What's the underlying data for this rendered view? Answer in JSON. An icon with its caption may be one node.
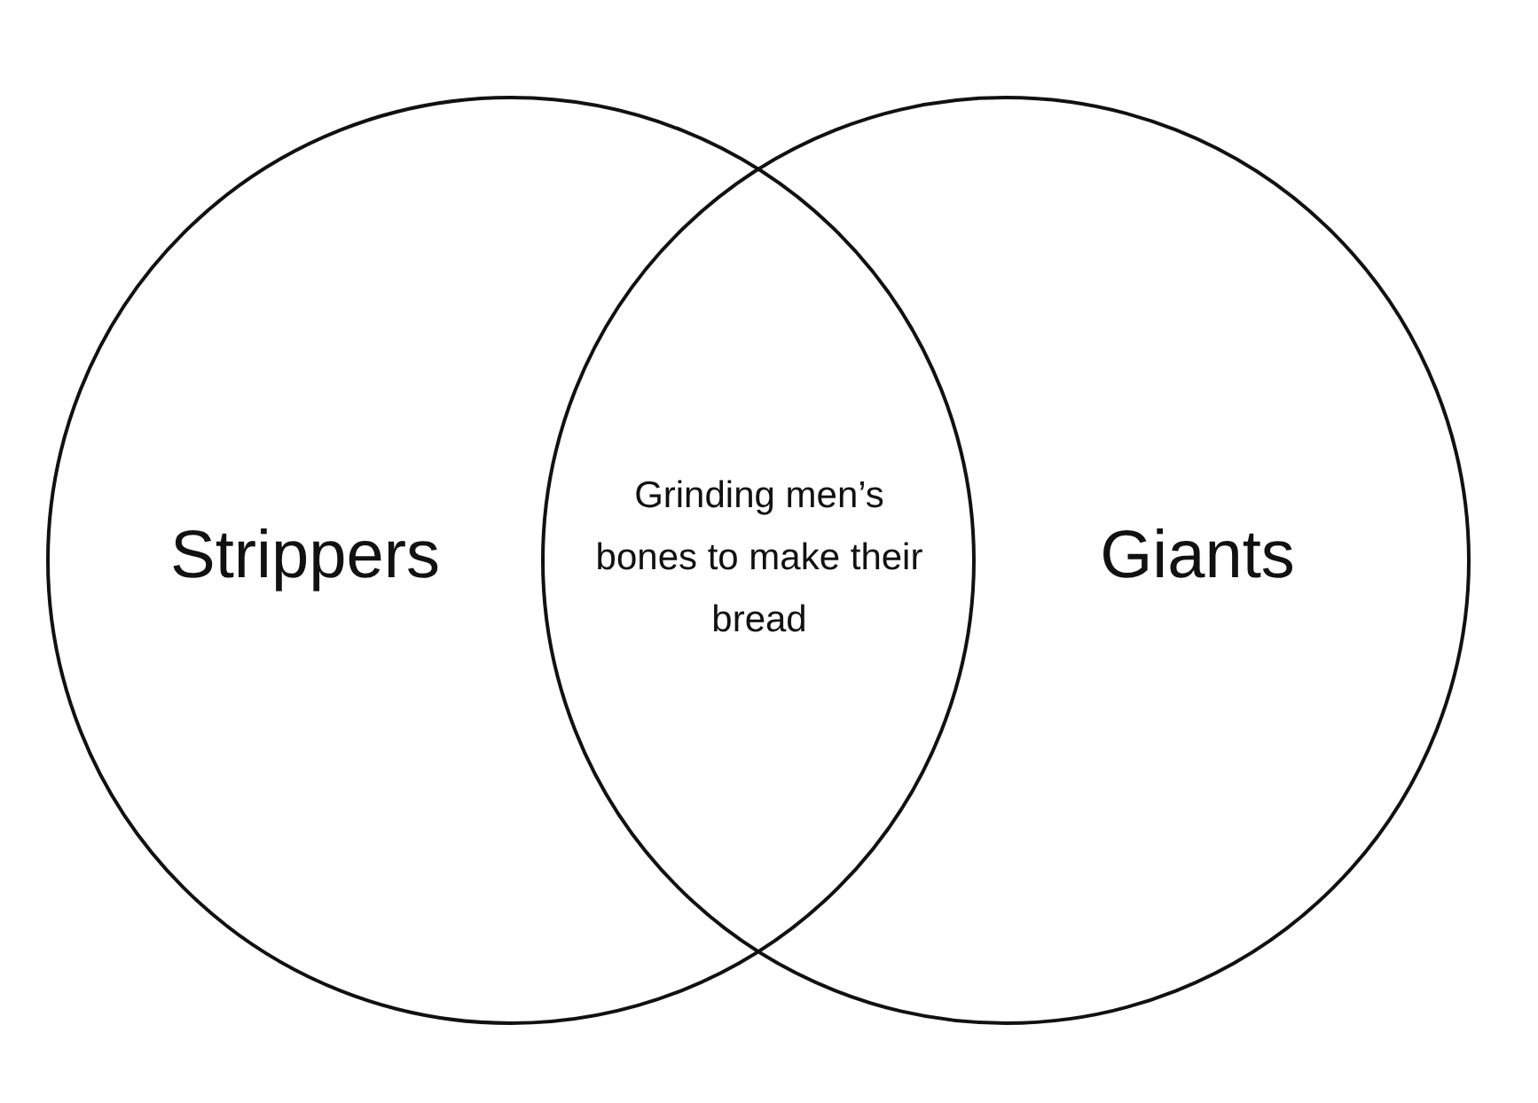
{
  "diagram": {
    "nodes": [
      {
        "text": [
          "Strippers"
        ]
      },
      {
        "text": [
          "Giants"
        ]
      }
    ],
    "edges": [],
    "labels": [
      "Grinding men’s bones to make their bread"
    ]
  }
}
